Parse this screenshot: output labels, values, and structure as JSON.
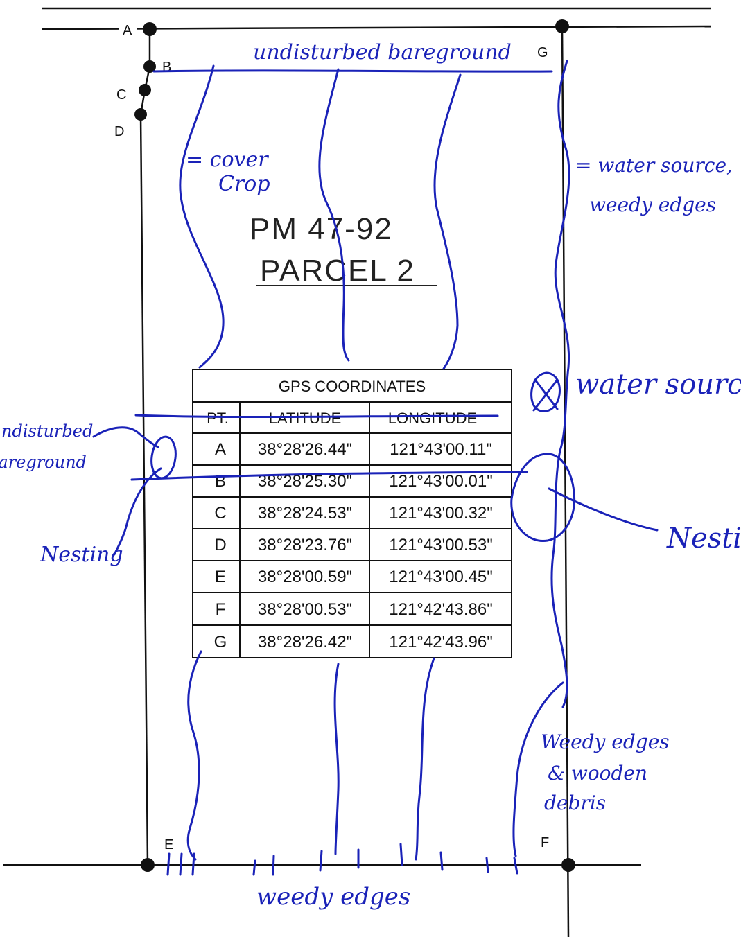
{
  "drawing": {
    "title_line1": "PM 47-92",
    "title_line2": "PARCEL 2",
    "points": [
      {
        "id": "A",
        "label": "A"
      },
      {
        "id": "B",
        "label": "B"
      },
      {
        "id": "C",
        "label": "C"
      },
      {
        "id": "D",
        "label": "D"
      },
      {
        "id": "E",
        "label": "E"
      },
      {
        "id": "F",
        "label": "F"
      },
      {
        "id": "G",
        "label": "G"
      }
    ]
  },
  "gps_table": {
    "title": "GPS COORDINATES",
    "headers": [
      "PT.",
      "LATITUDE",
      "LONGITUDE"
    ],
    "rows": [
      [
        "A",
        "38°28'26.44\"",
        "121°43'00.11\""
      ],
      [
        "B",
        "38°28'25.30\"",
        "121°43'00.01\""
      ],
      [
        "C",
        "38°28'24.53\"",
        "121°43'00.32\""
      ],
      [
        "D",
        "38°28'23.76\"",
        "121°43'00.53\""
      ],
      [
        "E",
        "38°28'00.59\"",
        "121°43'00.45\""
      ],
      [
        "F",
        "38°28'00.53\"",
        "121°42'43.86\""
      ],
      [
        "G",
        "38°28'26.42\"",
        "121°42'43.96\""
      ]
    ]
  },
  "annotations": {
    "top": "undisturbed bareground",
    "cover_crop_1": "= cover",
    "cover_crop_2": "Crop",
    "water_edges_1": "= water source,",
    "water_edges_2": "weedy edges",
    "water_source": "water sourc",
    "left_bare_1": "ndisturbed",
    "left_bare_2": "bareground",
    "nesting_left": "Nesting",
    "nesting_right": "Nestin",
    "debris_1": "Weedy edges",
    "debris_2": "& wooden",
    "debris_3": "debris",
    "bottom": "weedy edges"
  },
  "colors": {
    "ink": "#1a22b8",
    "line": "#111111"
  }
}
